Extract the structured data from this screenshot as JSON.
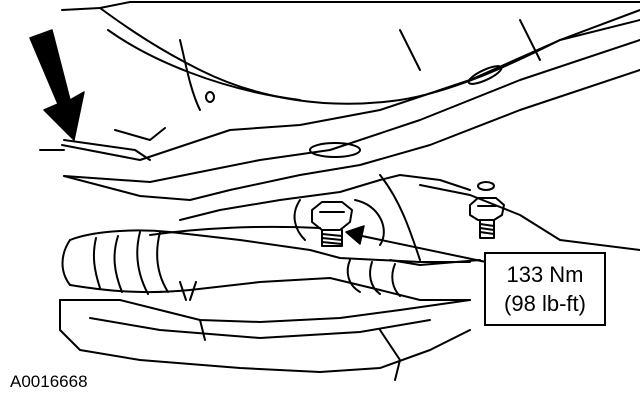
{
  "figure": {
    "id": "A0016668"
  },
  "callout": {
    "metric": "133 Nm",
    "imperial": "(98 lb-ft)"
  },
  "style": {
    "line_color": "#000000",
    "background": "#ffffff"
  },
  "icons": {
    "view_arrow": "down-arrow-icon",
    "leader_arrow": "arrow-icon"
  }
}
